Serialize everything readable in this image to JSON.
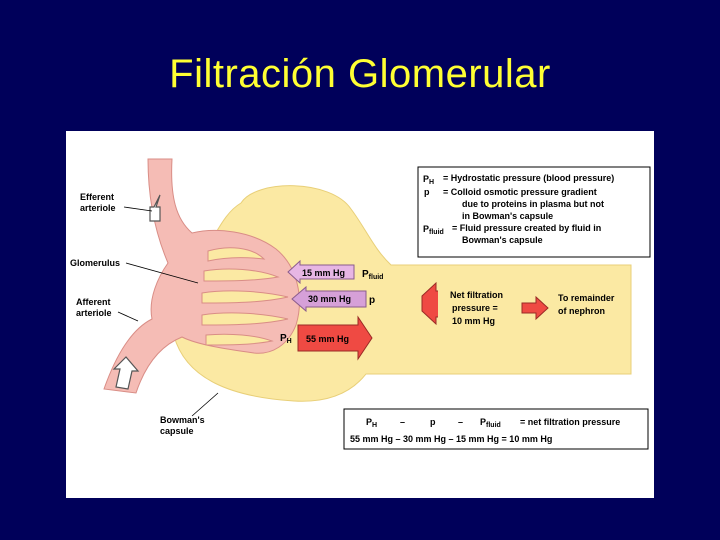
{
  "slide": {
    "title": "Filtración Glomerular"
  },
  "labels": {
    "efferent_line1": "Efferent",
    "efferent_line2": "arteriole",
    "glomerulus": "Glomerulus",
    "afferent_line1": "Afferent",
    "afferent_line2": "arteriole",
    "bowmans_line1": "Bowman's",
    "bowmans_line2": "capsule",
    "net_line1": "Net filtration",
    "net_line2": "pressure =",
    "net_line3": "10 mm Hg",
    "remainder_line1": "To remainder",
    "remainder_line2": "of nephron"
  },
  "pressures": {
    "pfluid": {
      "value": "15 mm Hg",
      "symbol": "P",
      "sub": "fluid"
    },
    "colloid": {
      "value": "30 mm Hg",
      "symbol": "p"
    },
    "ph": {
      "value": "55 mm Hg",
      "symbol": "P",
      "sub": "H"
    }
  },
  "legend": {
    "ph_sym": "P",
    "ph_sub": "H",
    "ph_def": "=  Hydrostatic pressure (blood pressure)",
    "p_sym": "p",
    "p_def1": "=  Colloid osmotic pressure gradient",
    "p_def2": "due to proteins in plasma but not",
    "p_def3": "in Bowman's capsule",
    "pf_sym": "P",
    "pf_sub": "fluid",
    "pf_def1": "= Fluid pressure created by fluid in",
    "pf_def2": "Bowman's capsule"
  },
  "equation": {
    "t1_sym": "P",
    "t1_sub": "H",
    "minus1": "–",
    "t2": "p",
    "minus2": "–",
    "t3_sym": "P",
    "t3_sub": "fluid",
    "result": "=  net filtration pressure",
    "numeric": "55 mm Hg – 30 mm Hg – 15 mm Hg = 10 mm Hg"
  },
  "colors": {
    "capsule": "#fbe9a3",
    "vessel": "#f5bcb5",
    "arrow_fluid": "#e7b6e4",
    "arrow_colloid": "#d6a0d8",
    "arrow_ph": "#ef4a43"
  }
}
